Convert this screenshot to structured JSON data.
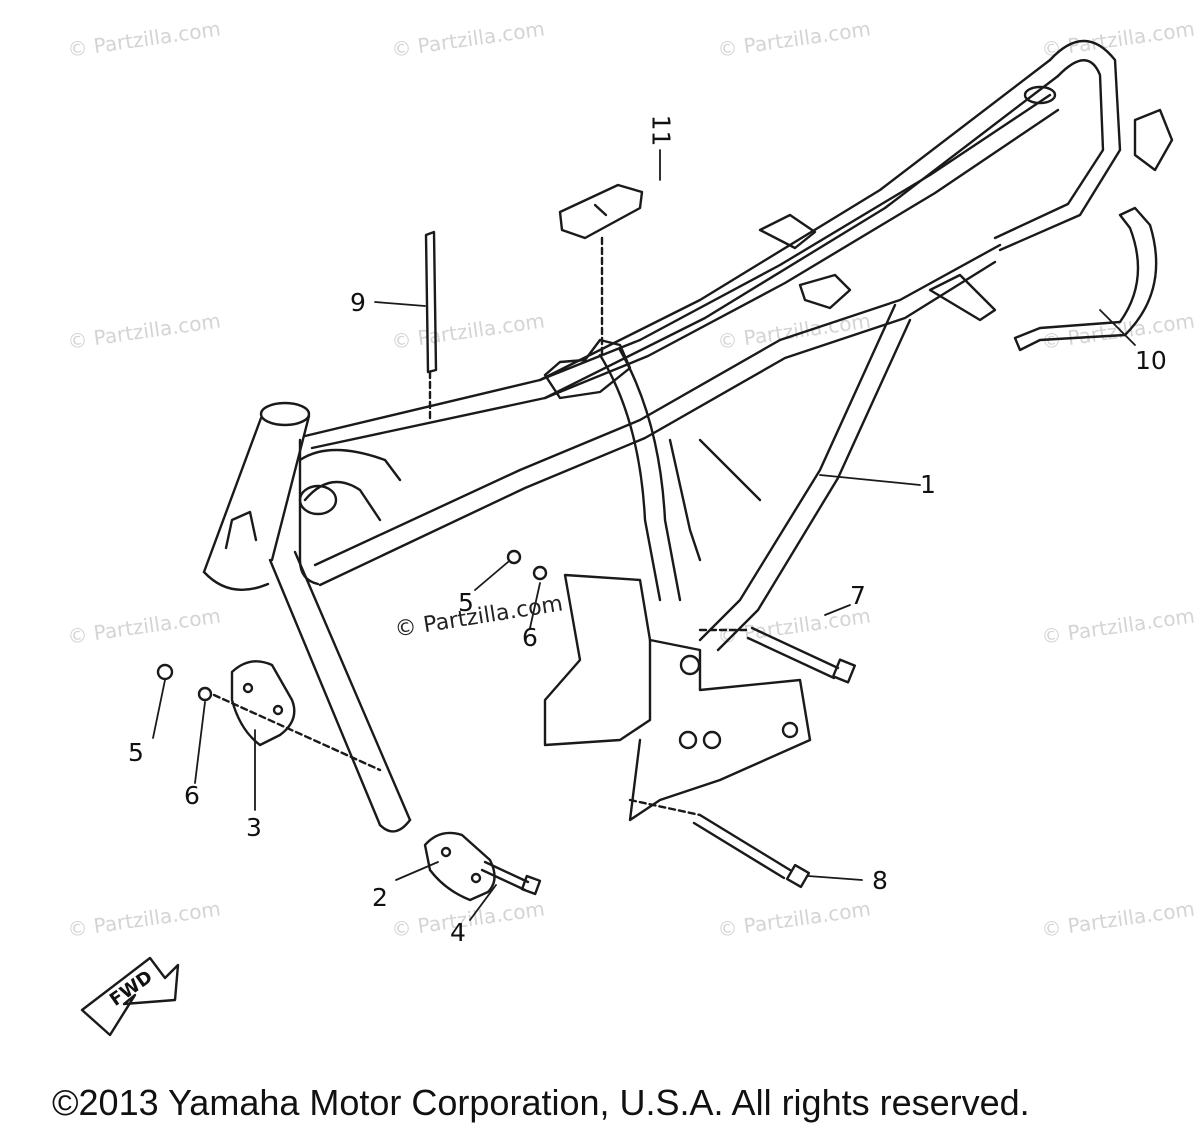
{
  "watermark_text": "© Partzilla.com",
  "center_watermark": "© Partzilla.com",
  "callouts": {
    "p1": "1",
    "p2": "2",
    "p3": "3",
    "p4": "4",
    "p5a": "5",
    "p5b": "5",
    "p6a": "6",
    "p6b": "6",
    "p7": "7",
    "p8": "8",
    "p9": "9",
    "p10": "10",
    "p11": "11"
  },
  "fwd_label": "FWD",
  "copyright": "©2013 Yamaha Motor Corporation, U.S.A. All rights reserved."
}
